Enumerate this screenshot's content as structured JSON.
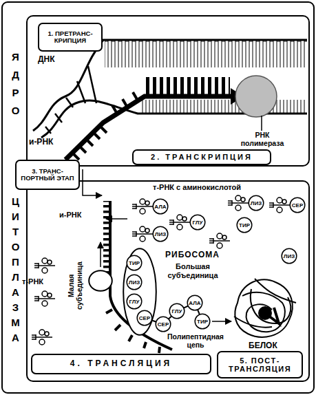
{
  "diagram": {
    "nodes": [
      {
        "text": [
          "ЯДРО"
        ]
      },
      {
        "text": [
          "1. ПРЕТРАНС- КРИПЦИЯ"
        ],
        "in": 0
      },
      {
        "text": [
          "2. ТРАНСКРИПЦИЯ"
        ],
        "in": 0
      },
      {
        "text": [
          "3. ТРАНС- ПОРТНЫЙ ЭТАП"
        ]
      },
      {
        "text": [
          "ЦИТОПЛАЗМА"
        ]
      },
      {
        "text": [
          "АЛА"
        ],
        "in": 4
      },
      {
        "text": [
          "ЛИЗ"
        ],
        "in": 4
      },
      {
        "text": [
          "СЕР"
        ],
        "in": 4
      },
      {
        "text": [
          "ГЛУ"
        ],
        "in": 4
      },
      {
        "text": [
          "ТИР"
        ],
        "in": 4
      },
      {
        "text": [
          "ЛИЗ"
        ],
        "in": 4
      },
      {
        "text": [
          "ЛИЗ"
        ],
        "in": 4
      },
      {
        "text": [
          "РИБОСОМА",
          "Большая субъединица"
        ],
        "in": 4
      },
      {
        "text": [
          "ТИР"
        ],
        "in": 12
      },
      {
        "text": [
          "ЛИЗ"
        ],
        "in": 12
      },
      {
        "text": [
          "ГЛУ"
        ],
        "in": 12
      },
      {
        "text": [
          "СЕР"
        ],
        "in": 12
      },
      {
        "text": [
          "Малая субъединица"
        ],
        "in": 4
      },
      {
        "text": [
          "АЛА"
        ],
        "in": 4
      },
      {
        "text": [
          "ГЛУ"
        ],
        "in": 4
      },
      {
        "text": [
          "ТИР"
        ],
        "in": 4
      },
      {
        "text": [
          "СЕР"
        ],
        "in": 4
      },
      {
        "text": [
          "4. ТРАНСЛЯЦИЯ"
        ],
        "in": 4
      },
      {
        "text": [
          "5. ПОСТ- ТРАНСЛЯЦИЯ"
        ],
        "in": 4
      }
    ],
    "labels": [
      "ДНК",
      "и-РНК",
      "РНК полимераза",
      "т-РНК с аминокислотой",
      "и-РНК",
      "т-РНК",
      "Полипептидная цепь",
      "БЕЛОК"
    ]
  }
}
